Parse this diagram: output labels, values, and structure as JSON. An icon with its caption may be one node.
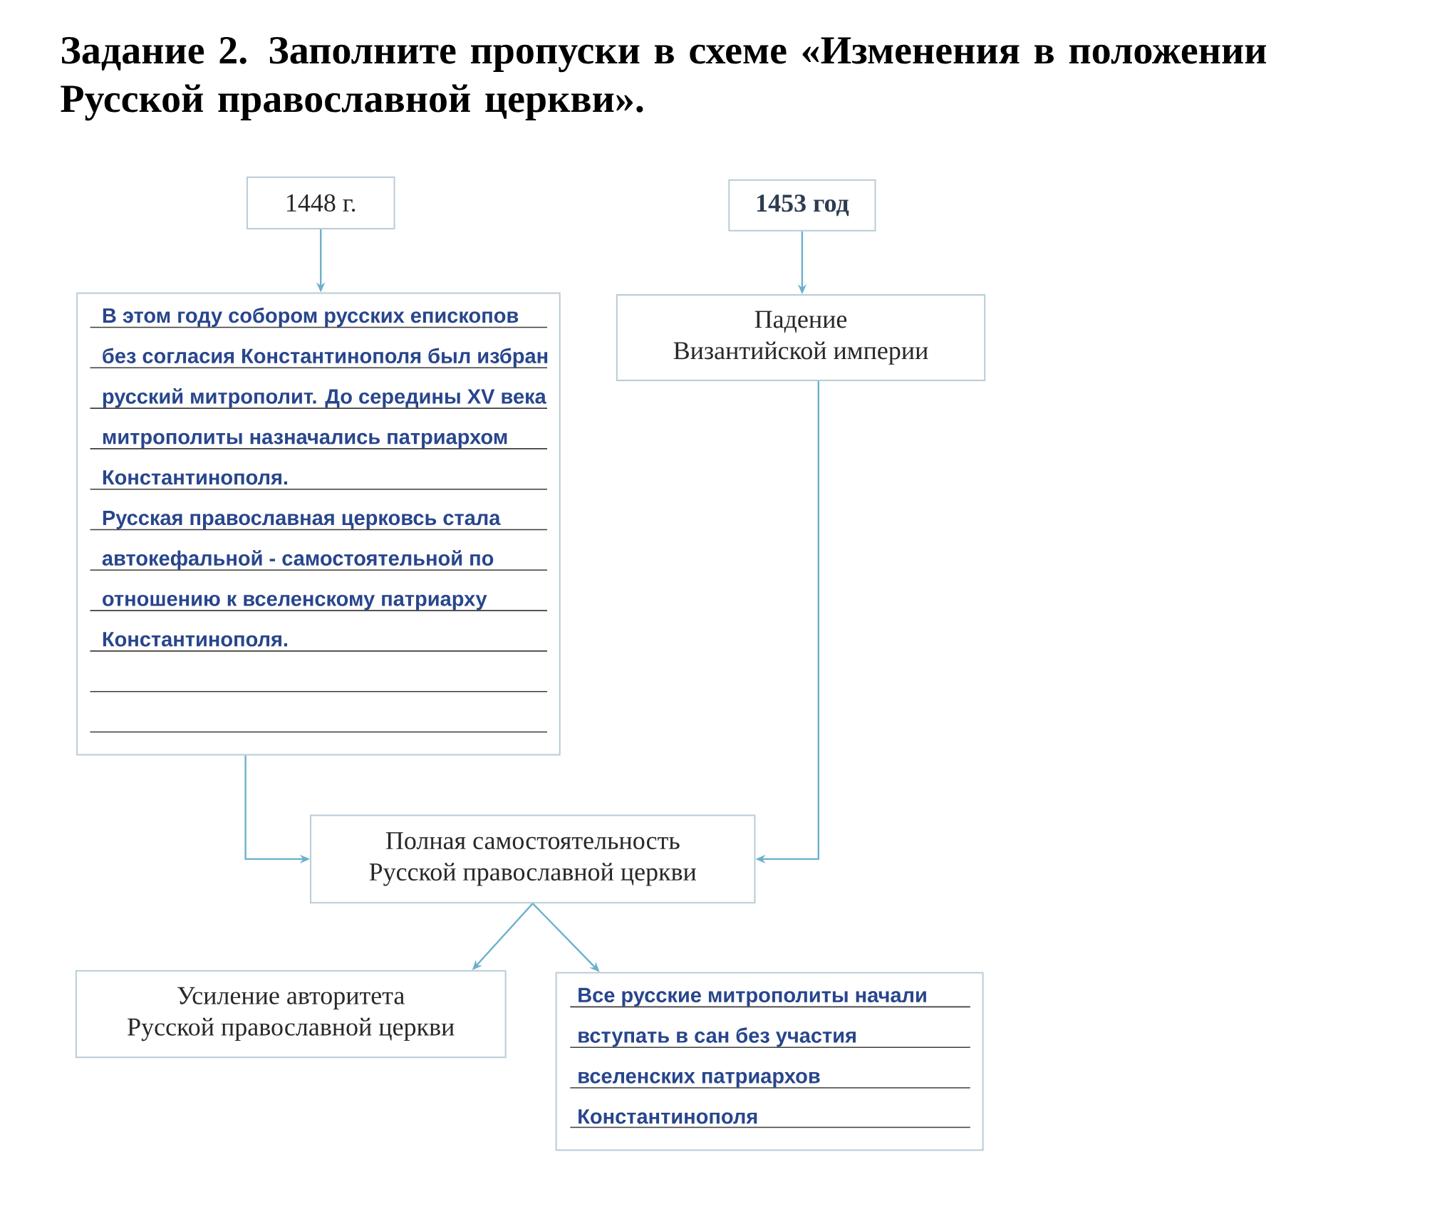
{
  "diagram": {
    "title": "Задание 2. Заполните пропуски в схеме «Изменения в положении Русской православной церкви».",
    "nodes": [
      {
        "text": [
          "1448 г."
        ]
      },
      {
        "text": [
          "1453 год"
        ]
      },
      {
        "text": [
          "В этом году собором русских епископов без согласия Константинополя был избран русский митрополит. До середины XV века митрополиты назначались патриархом Константинополя.",
          "Русская православная церковсь стала автокефальной - самостоятельной по отношению к вселенскому патриарху Константинополя."
        ]
      },
      {
        "text": [
          "Падение Византийской империи"
        ]
      },
      {
        "text": [
          "Полная самостоятельность Русской православной церкви"
        ]
      },
      {
        "text": [
          "Усиление авторитета Русской православной церкви"
        ]
      },
      {
        "text": [
          "Все русские митрополиты начали вступать в сан без участия вселенских патриархов Константинополя"
        ]
      }
    ],
    "edges": [
      {
        "from": 0,
        "to": 2,
        "arrow": "to"
      },
      {
        "from": 1,
        "to": 3,
        "arrow": "to"
      },
      {
        "from": 2,
        "to": 4,
        "arrow": "to"
      },
      {
        "from": 3,
        "to": 4,
        "arrow": "to"
      },
      {
        "from": 4,
        "to": 5,
        "arrow": "to"
      },
      {
        "from": 4,
        "to": 6,
        "arrow": "to"
      }
    ]
  }
}
